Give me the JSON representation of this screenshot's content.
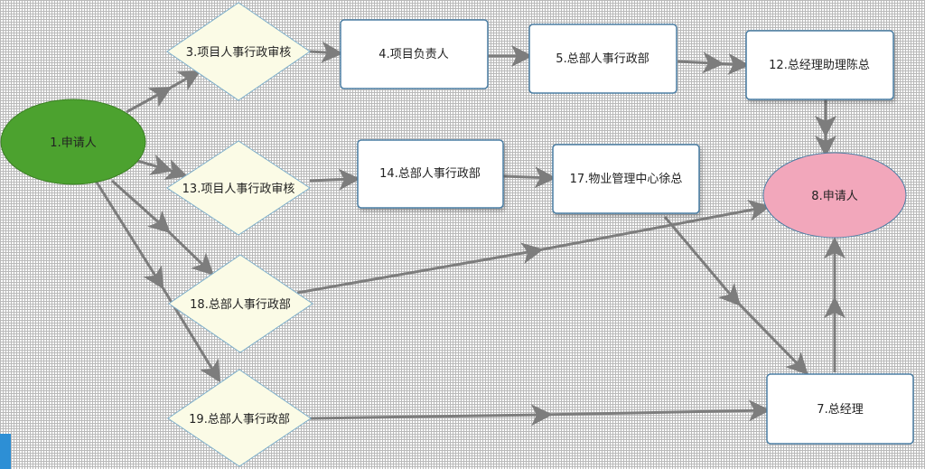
{
  "colors": {
    "arrow": "#7d7d7d",
    "diamond_fill": "#fbfbe6",
    "diamond_stroke": "#7fb0cc",
    "box_fill": "#ffffff",
    "box_stroke": "#4a7da3",
    "start_fill": "#4ca22f",
    "end_fill": "#f2a7bb",
    "accent_tab": "#2d8fd5"
  },
  "nodes": {
    "n1": "1.申请人",
    "n3": "3.项目人事行政审核",
    "n4": "4.项目负责人",
    "n5": "5.总部人事行政部",
    "n12": "12.总经理助理陈总",
    "n13": "13.项目人事行政审核",
    "n14": "14.总部人事行政部",
    "n17": "17.物业管理中心徐总",
    "n8": "8.申请人",
    "n18": "18.总部人事行政部",
    "n19": "19.总部人事行政部",
    "n7": "7.总经理"
  }
}
